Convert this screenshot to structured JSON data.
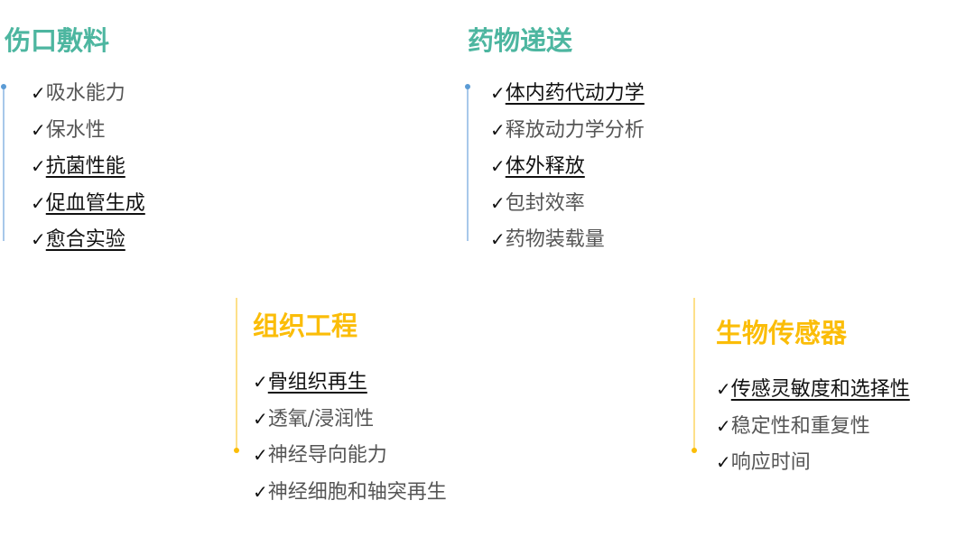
{
  "sections": [
    {
      "title": "伤口敷料",
      "items": [
        {
          "text": "吸水能力",
          "key": false
        },
        {
          "text": "保水性",
          "key": false
        },
        {
          "text": "抗菌性能",
          "key": true
        },
        {
          "text": "促血管生成",
          "key": true
        },
        {
          "text": "愈合实验",
          "key": true
        }
      ]
    },
    {
      "title": "药物递送",
      "items": [
        {
          "text": "体内药代动力学",
          "key": true
        },
        {
          "text": "释放动力学分析",
          "key": false
        },
        {
          "text": "体外释放",
          "key": true
        },
        {
          "text": "包封效率",
          "key": false
        },
        {
          "text": "药物装载量",
          "key": false
        }
      ]
    },
    {
      "title": "组织工程",
      "items": [
        {
          "text": "骨组织再生",
          "key": true
        },
        {
          "text": "透氧/浸润性",
          "key": false
        },
        {
          "text": "神经导向能力",
          "key": false
        },
        {
          "text": "神经细胞和轴突再生",
          "key": false
        }
      ]
    },
    {
      "title": "生物传感器",
      "items": [
        {
          "text": "传感灵敏度和选择性",
          "key": true
        },
        {
          "text": "稳定性和重复性",
          "key": false
        },
        {
          "text": "响应时间",
          "key": false
        }
      ]
    }
  ],
  "check_mark": "✓",
  "colors": {
    "teal": "#4db6a0",
    "yellow": "#fbbd08",
    "blue_line": "#a8c8ea"
  }
}
